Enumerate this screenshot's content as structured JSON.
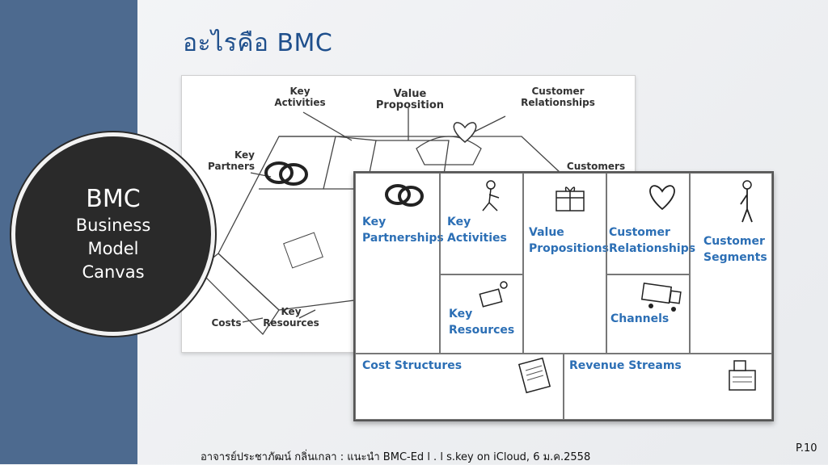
{
  "slide": {
    "title": "อะไรคือ BMC",
    "circle": {
      "line1": "BMC",
      "line2": "Business",
      "line3": "Model",
      "line4": "Canvas"
    },
    "footer": "อาจารย์ประชาภัฒน์ กลิ่นเกลา : แนะนำ BMC-Ed l . l s.key on iCloud, 6 ม.ค.2558",
    "page_number": "P.10"
  },
  "iso_labels": {
    "key_activities": "Key\nActivities",
    "value_proposition": "Value\nProposition",
    "customer_relationships": "Customer\nRelationships",
    "key_partners": "Key\nPartners",
    "customers": "Customers",
    "costs": "Costs",
    "key_resources": "Key\nResources"
  },
  "canvas": {
    "key_partnerships": "Key\nPartnerships",
    "key_activities": "Key\nActivities",
    "value_propositions": "Value\nPropositions",
    "customer_relationships": "Customer\nRelationships",
    "customer_segments": "Customer\nSegments",
    "key_resources": "Key\nResources",
    "channels": "Channels",
    "cost_structures": "Cost Structures",
    "revenue_streams": "Revenue Streams"
  },
  "colors": {
    "sidebar": "#4d6a8f",
    "title": "#1f4f8c",
    "canvas_label": "#2c6fb5",
    "circle": "#2a2a2a"
  }
}
